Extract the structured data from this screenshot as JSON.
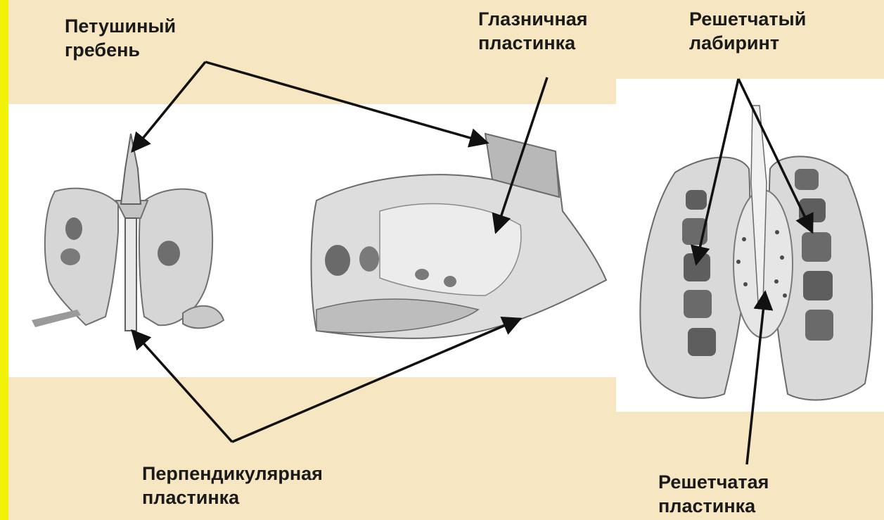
{
  "labels": {
    "crista_galli": [
      "Петушиный",
      "гребень"
    ],
    "orbital_plate": [
      "Глазничная",
      "пластинка"
    ],
    "ethmoid_labyrinth": [
      "Решетчатый",
      "лабиринт"
    ],
    "perpendicular_plate": [
      "Перпендикулярная",
      "пластинка"
    ],
    "cribriform_plate": [
      "Решетчатая",
      "пластинка"
    ]
  },
  "colors": {
    "background": "#f6e7c2",
    "accent_stripe": "#f2f208",
    "panel": "#ffffff",
    "arrow": "#111111",
    "bone_fill": "#dcdcdc",
    "bone_shade": "#a9a9a9",
    "bone_dark": "#5a5a5a"
  }
}
